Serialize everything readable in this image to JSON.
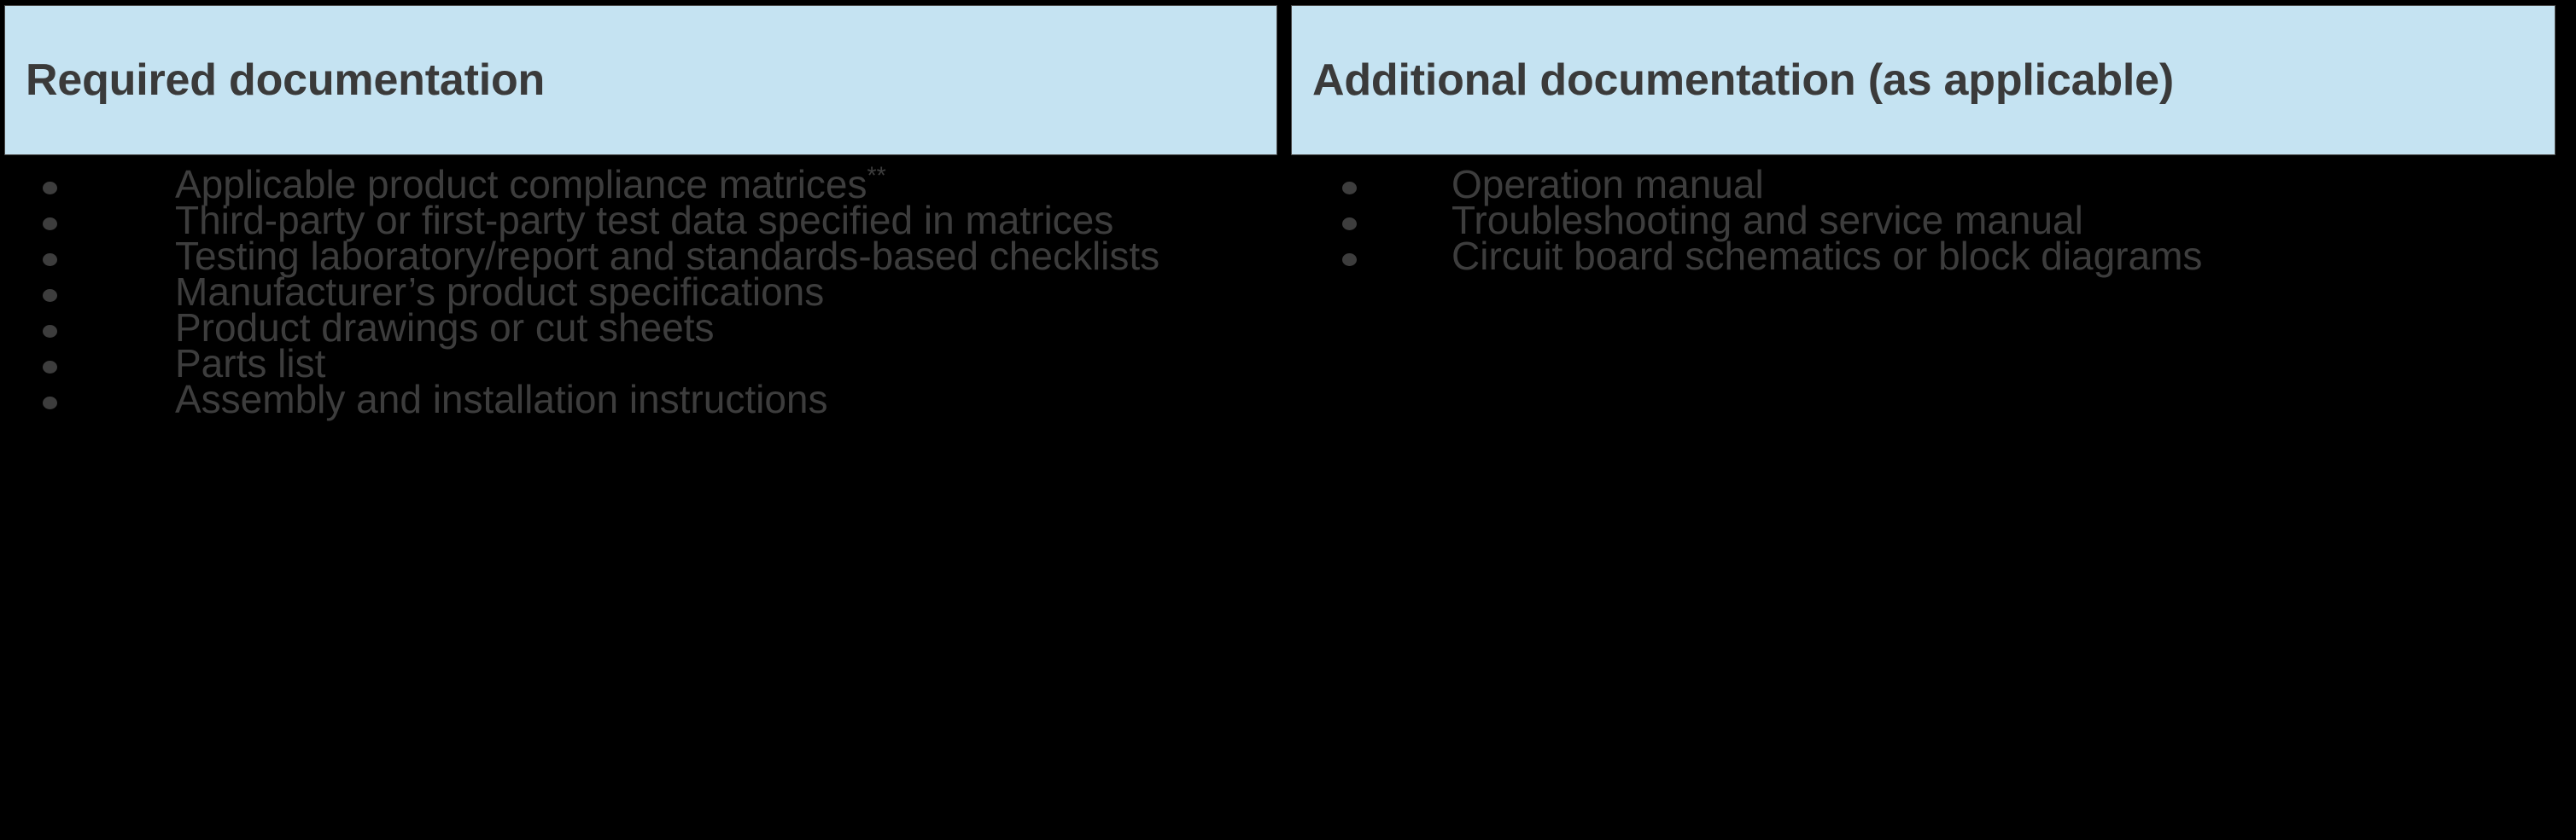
{
  "table": {
    "header": {
      "left_label": "Required documentation",
      "right_label": "Additional documentation (as applicable)"
    },
    "columns": {
      "required": {
        "items": [
          {
            "text": "Applicable product compliance matrices",
            "note_marker": "**"
          },
          {
            "text": "Third-party or first-party test data specified in matrices",
            "note_marker": ""
          },
          {
            "text": "Testing laboratory/report and standards-based checklists",
            "note_marker": ""
          },
          {
            "text": "Manufacturer’s product specifications",
            "note_marker": ""
          },
          {
            "text": "Product drawings or cut sheets",
            "note_marker": ""
          },
          {
            "text": "Parts list",
            "note_marker": ""
          },
          {
            "text": "Assembly and installation instructions",
            "note_marker": ""
          }
        ]
      },
      "additional": {
        "items": [
          {
            "text": "Operation manual",
            "note_marker": ""
          },
          {
            "text": "Troubleshooting and service manual",
            "note_marker": ""
          },
          {
            "text": "Circuit board schematics or block diagrams",
            "note_marker": ""
          }
        ]
      }
    }
  },
  "colors": {
    "header_fill": "#c5e3f2",
    "header_text": "#3a3a3a",
    "body_background": "#000000",
    "body_text": "#3d3d3d",
    "header_border": "#4a4a4a"
  }
}
